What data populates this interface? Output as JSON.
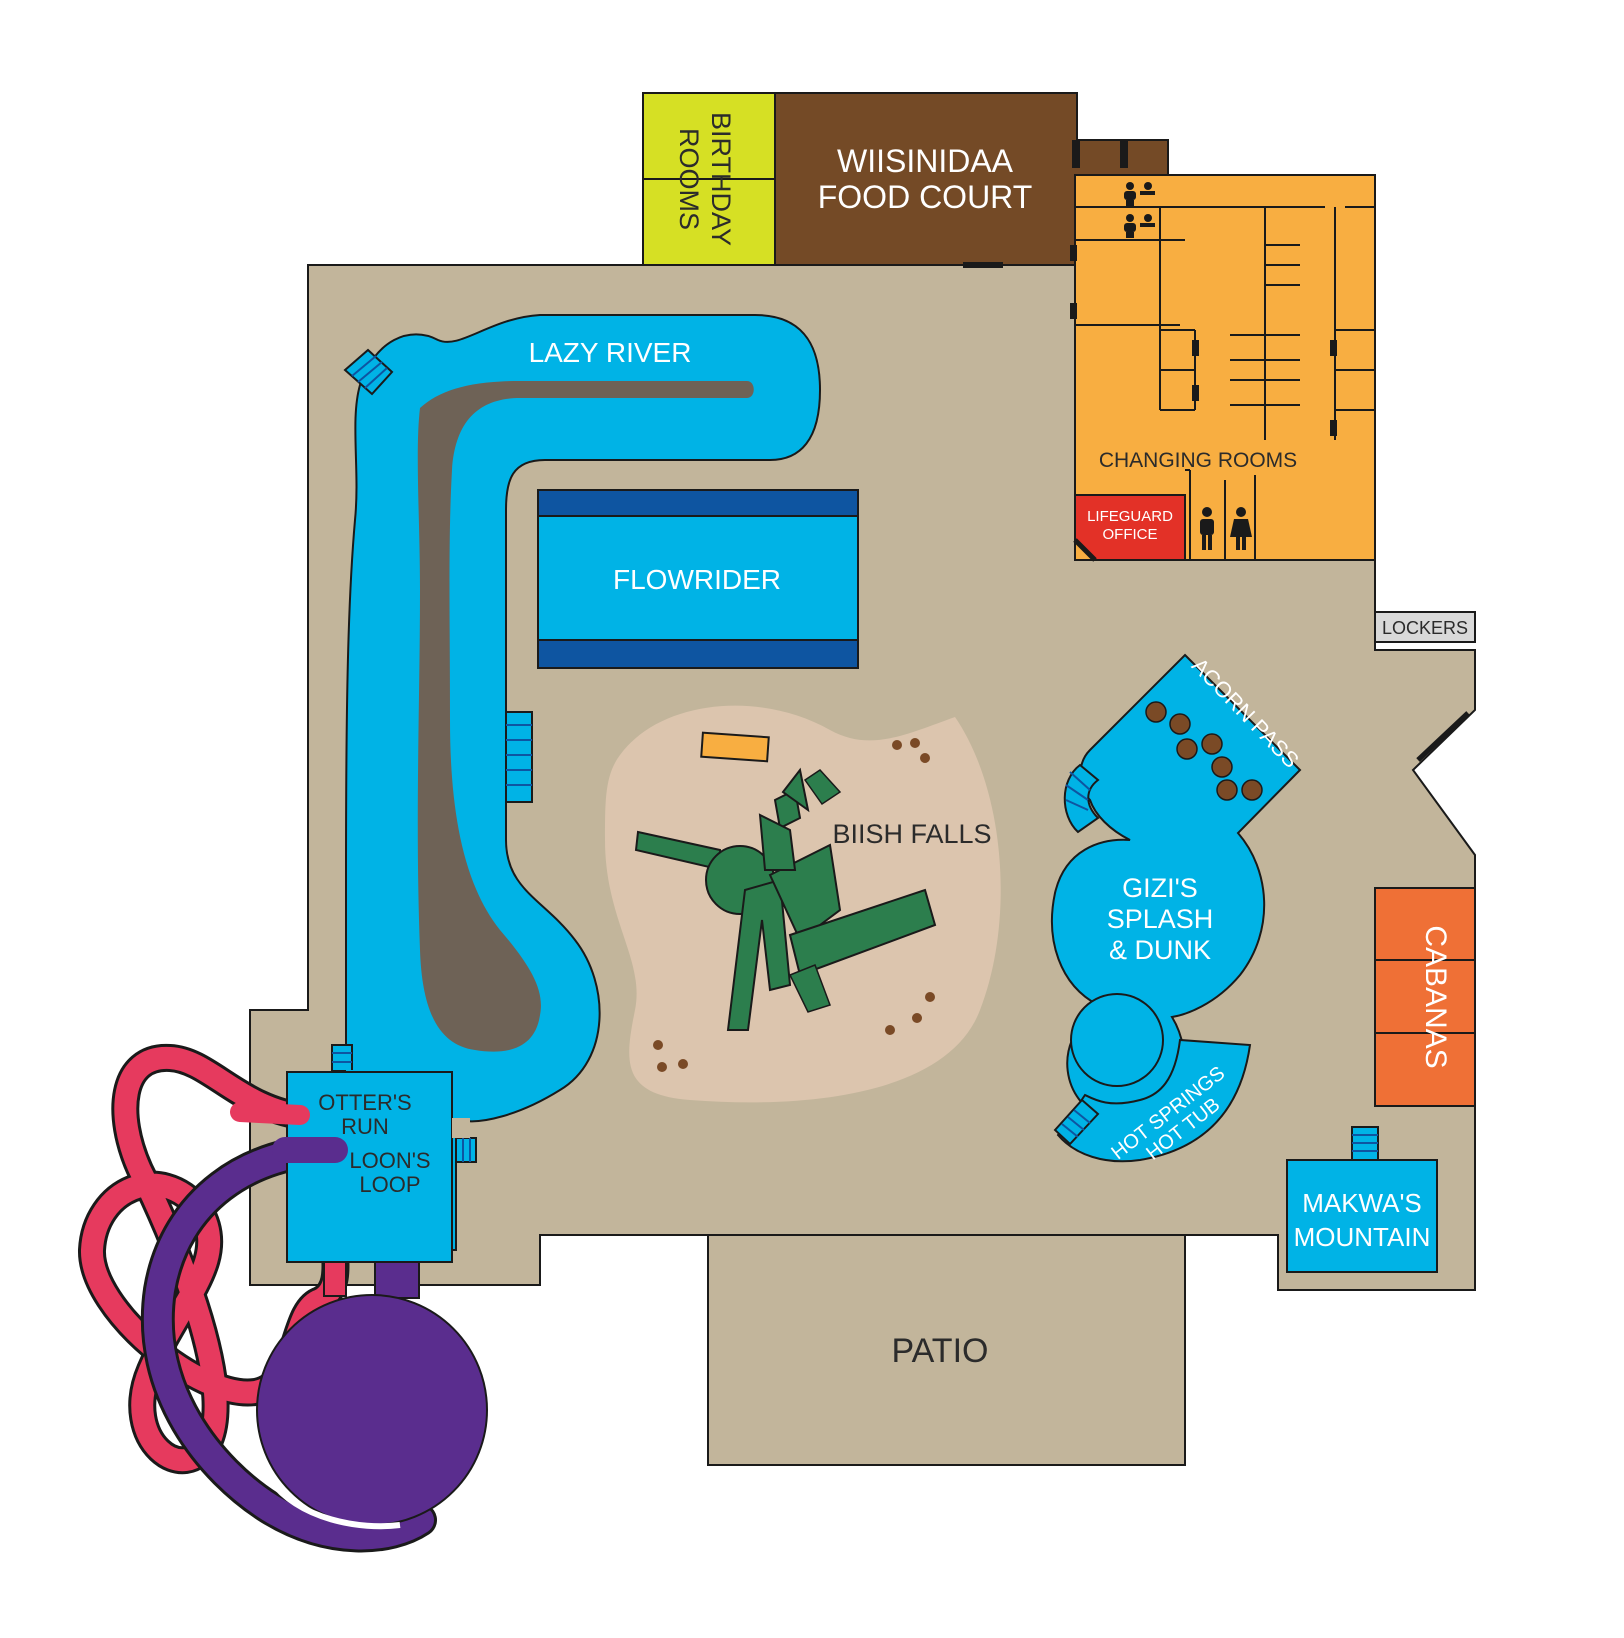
{
  "colors": {
    "floor": "#c2b59b",
    "floor_edge": "#1a1a1a",
    "water": "#00b3e6",
    "deep_water": "#0e55a1",
    "island": "#6e6256",
    "sand": "#dcc5ae",
    "falls_structure": "#2c7e4d",
    "food_court": "#744a26",
    "birthday": "#d6e024",
    "changing": "#f8ae41",
    "lifeguard": "#e33127",
    "cabanas": "#ef7036",
    "slide_red": "#e63a5e",
    "slide_purple": "#5a2d8e",
    "lockers": "#d9d9d9",
    "acorn": "#7a4a26"
  },
  "areas": {
    "birthday": {
      "line1": "BIRTHDAY",
      "line2": "ROOMS"
    },
    "food_court": {
      "line1": "WIISINIDAA",
      "line2": "FOOD COURT"
    },
    "changing_rooms": {
      "label": "CHANGING ROOMS",
      "restroom_icons": [
        "men-icon",
        "women-icon"
      ]
    },
    "lifeguard": {
      "line1": "LIFEGUARD",
      "line2": "OFFICE"
    },
    "lockers": {
      "label": "LOCKERS"
    },
    "lazy_river": {
      "label": "LAZY RIVER"
    },
    "flowrider": {
      "label": "FLOWRIDER"
    },
    "biish_falls": {
      "label": "BIISH FALLS"
    },
    "acorn_pass": {
      "label": "ACORN PASS"
    },
    "gizis": {
      "line1": "GIZI'S",
      "line2": "SPLASH",
      "line3": "& DUNK"
    },
    "hot_tub": {
      "line1": "HOT SPRINGS",
      "line2": "HOT TUB"
    },
    "cabanas": {
      "label": "CABANAS"
    },
    "makwa": {
      "line1": "MAKWA'S",
      "line2": "MOUNTAIN"
    },
    "otters_run": {
      "line1": "OTTER'S",
      "line2": "RUN"
    },
    "loons_loop": {
      "line1": "LOON'S",
      "line2": "LOOP"
    },
    "patio": {
      "label": "PATIO"
    }
  }
}
